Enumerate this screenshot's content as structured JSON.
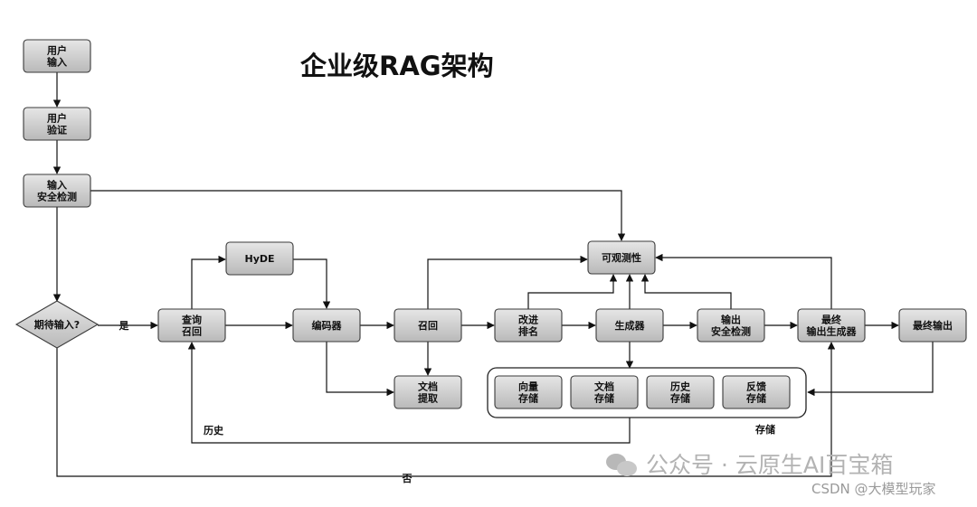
{
  "title": "企业级RAG架构",
  "nodes": {
    "user_input": {
      "lines": [
        "用户",
        "输入"
      ]
    },
    "user_verify": {
      "lines": [
        "用户",
        "验证"
      ]
    },
    "input_security": {
      "lines": [
        "输入",
        "安全检测"
      ]
    },
    "expected_input": {
      "lines": [
        "期待输入?"
      ]
    },
    "query_recall": {
      "lines": [
        "查询",
        "召回"
      ]
    },
    "hyde": {
      "lines": [
        "HyDE"
      ]
    },
    "encoder": {
      "lines": [
        "编码器"
      ]
    },
    "recall": {
      "lines": [
        "召回"
      ]
    },
    "doc_extract": {
      "lines": [
        "文档",
        "提取"
      ]
    },
    "rerank": {
      "lines": [
        "改进",
        "排名"
      ]
    },
    "generator": {
      "lines": [
        "生成器"
      ]
    },
    "output_security": {
      "lines": [
        "输出",
        "安全检测"
      ]
    },
    "final_generator": {
      "lines": [
        "最终",
        "输出生成器"
      ]
    },
    "final_output": {
      "lines": [
        "最终输出"
      ]
    },
    "observability": {
      "lines": [
        "可观测性"
      ]
    },
    "vector_store": {
      "lines": [
        "向量",
        "存储"
      ]
    },
    "doc_store": {
      "lines": [
        "文档",
        "存储"
      ]
    },
    "history_store": {
      "lines": [
        "历史",
        "存储"
      ]
    },
    "feedback_store": {
      "lines": [
        "反馈",
        "存储"
      ]
    }
  },
  "storage_label": "存储",
  "edge_labels": {
    "yes": "是",
    "no": "否",
    "history": "历史"
  },
  "watermark": {
    "text": "公众号 · 云原生AI百宝箱",
    "csdn": "CSDN @大模型玩家"
  },
  "colors": {
    "box_fill_top": "#e6e6e6",
    "box_fill_bottom": "#b9b9b9",
    "box_stroke": "#3a3a3a",
    "line": "#111111"
  }
}
